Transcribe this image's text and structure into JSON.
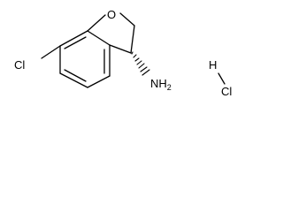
{
  "molecule": {
    "atoms": {
      "oxygen": "O",
      "chlorine_ring": "Cl",
      "amine": "NH",
      "amine_subscript": "2",
      "hcl_hydrogen": "H",
      "hcl_chlorine": "Cl"
    },
    "colors": {
      "bond": "#000000",
      "label": "#000000"
    }
  }
}
